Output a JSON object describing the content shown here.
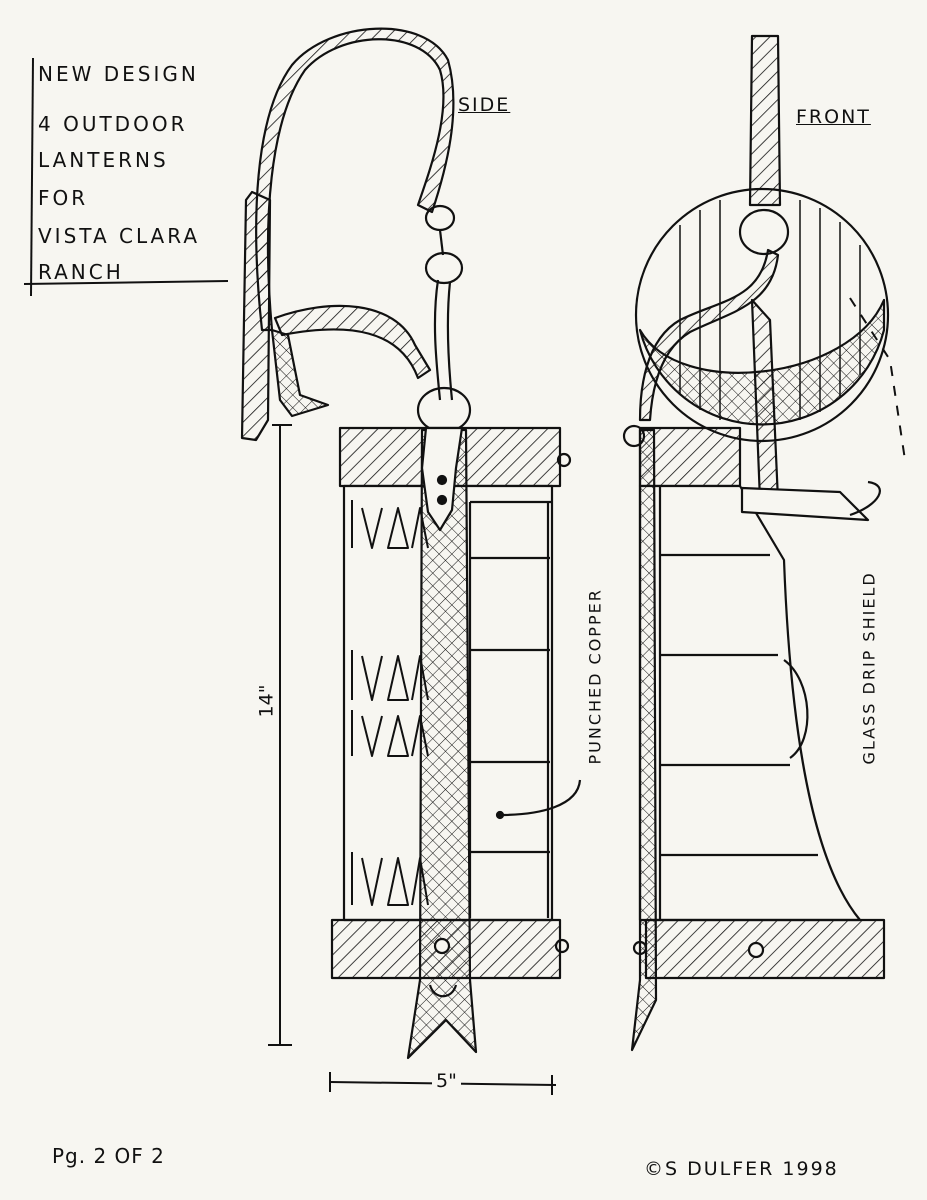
{
  "title_block": {
    "lines": [
      "NEW DESIGN",
      "4 OUTDOOR",
      "LANTERNS",
      "FOR",
      "VISTA CLARA",
      "RANCH"
    ]
  },
  "views": {
    "side_label": "SIDE",
    "front_label": "FRONT"
  },
  "dimensions": {
    "height_label": "14\"",
    "width_label": "5\""
  },
  "callouts": {
    "punched_copper": "PUNCHED COPPER",
    "glass_drip_shield": "GLASS DRIP SHIELD"
  },
  "footer": {
    "page": "Pg. 2 OF 2",
    "copyright": "©S DULFER 1998"
  }
}
